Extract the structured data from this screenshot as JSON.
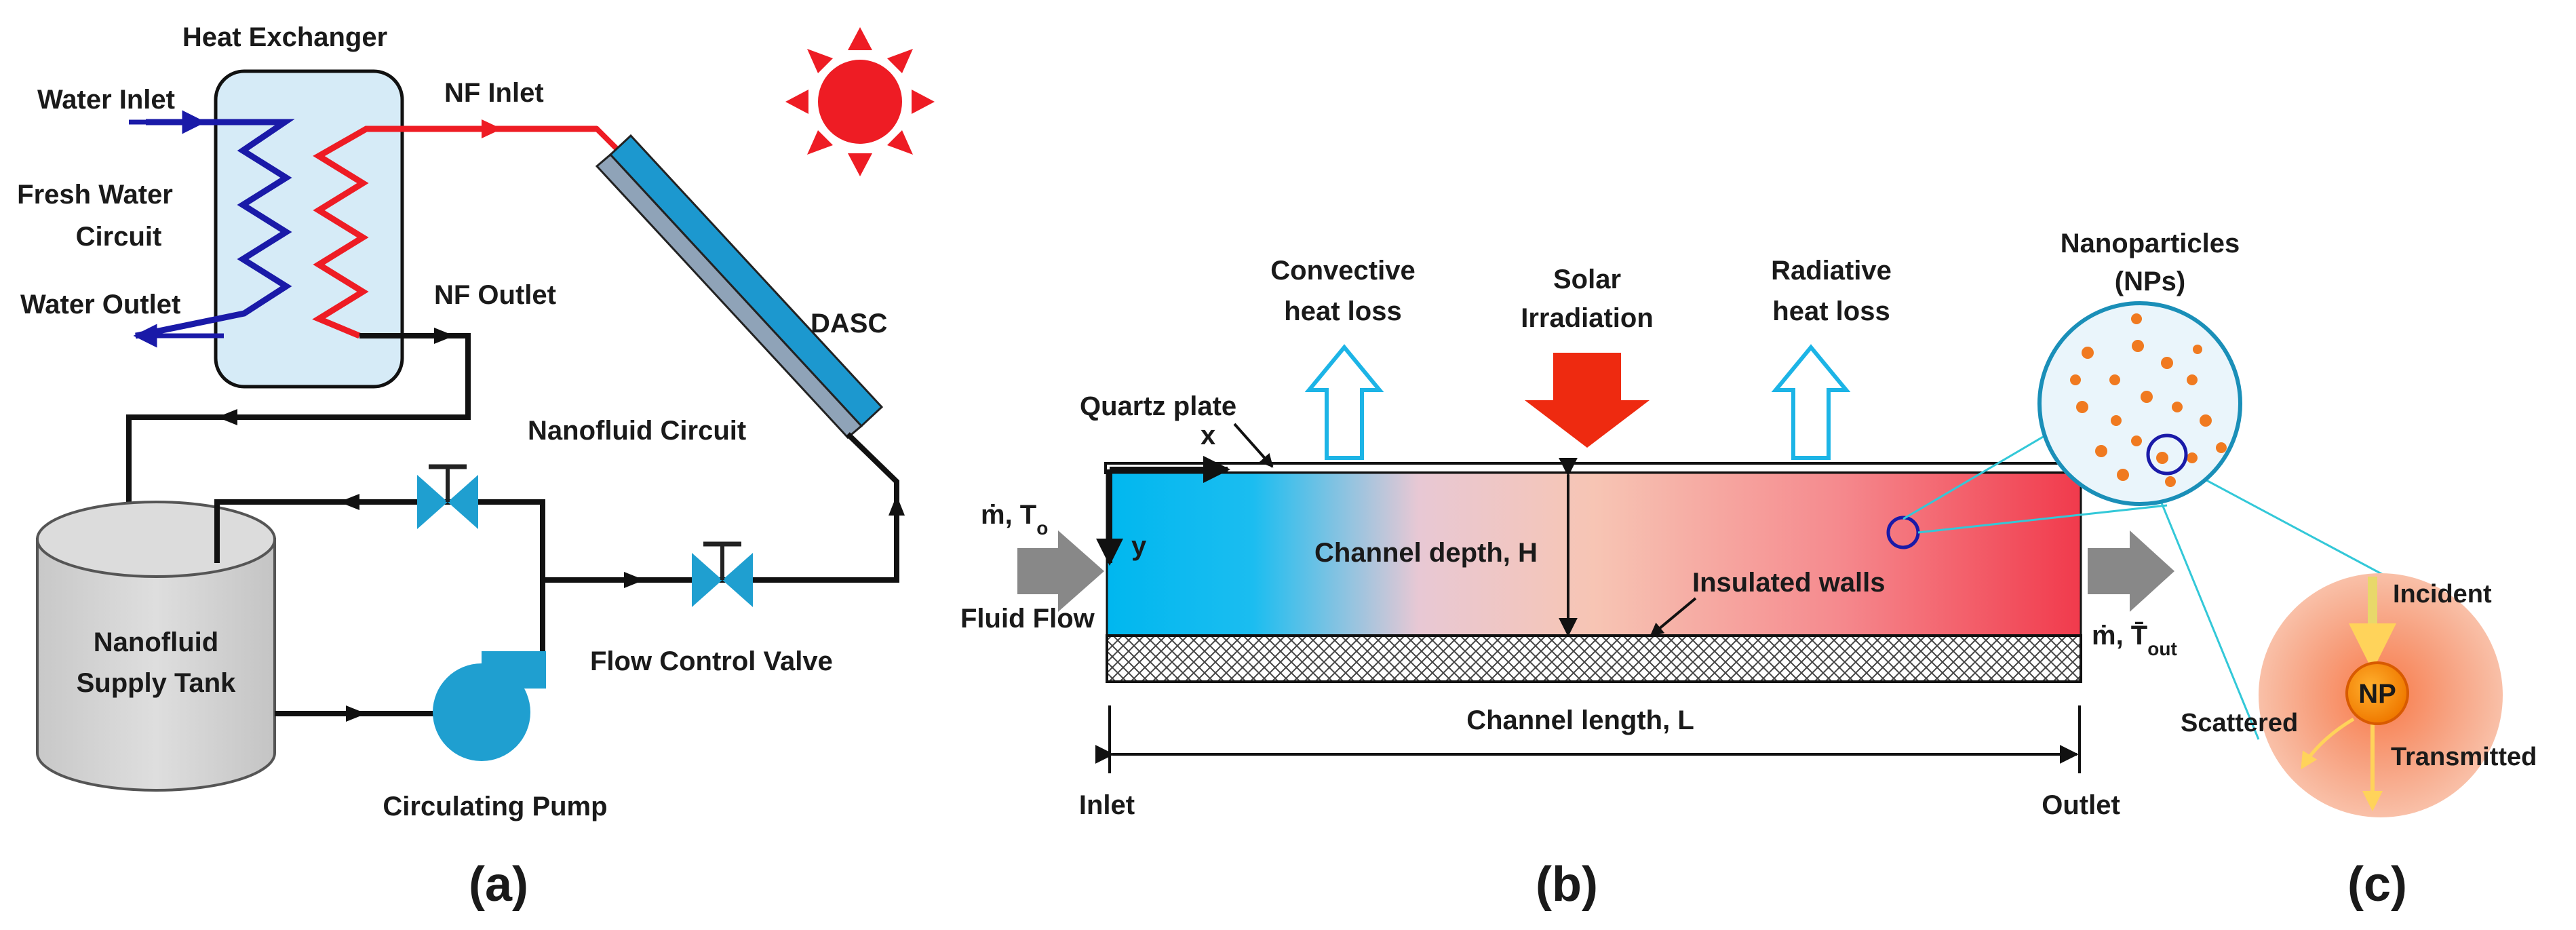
{
  "panel_a": {
    "heat_exchanger": "Heat Exchanger",
    "water_inlet": "Water Inlet",
    "fresh_water_line1": "Fresh Water",
    "fresh_water_line2": "Circuit",
    "water_outlet": "Water Outlet",
    "nf_inlet": "NF Inlet",
    "nf_outlet": "NF Outlet",
    "dasc": "DASC",
    "nanofluid_circuit": "Nanofluid Circuit",
    "tank_line1": "Nanofluid",
    "tank_line2": "Supply Tank",
    "flow_control_valve": "Flow Control Valve",
    "circulating_pump": "Circulating Pump",
    "label": "(a)"
  },
  "panel_b": {
    "convective_line1": "Convective",
    "convective_line2": "heat loss",
    "solar_line1": "Solar",
    "solar_line2": "Irradiation",
    "radiative_line1": "Radiative",
    "radiative_line2": "heat loss",
    "quartz_plate": "Quartz plate",
    "axis_x": "x",
    "axis_y": "y",
    "inlet_flow": "ṁ, T",
    "inlet_flow_sub": "o",
    "fluid_flow": "Fluid Flow",
    "channel_depth": "Channel depth, H",
    "insulated_walls": "Insulated walls",
    "outlet_flow": "ṁ, T̄",
    "outlet_flow_sub": "out",
    "channel_length": "Channel length, L",
    "inlet": "Inlet",
    "outlet": "Outlet",
    "label": "(b)"
  },
  "panel_c": {
    "np_line1": "Nanoparticles",
    "np_line2": "(NPs)",
    "incident": "Incident",
    "np": "NP",
    "scattered": "Scattered",
    "transmitted": "Transmitted",
    "label": "(c)"
  },
  "colors": {
    "hot": "#ee1c24",
    "cold": "#1a1aa8",
    "pipe": "#111111",
    "valve": "#1f9fd0",
    "channel_cold": "#00b7ef",
    "channel_hot": "#f04050",
    "np_orange": "#f07a20",
    "light_blue": "#d6ebf7"
  }
}
